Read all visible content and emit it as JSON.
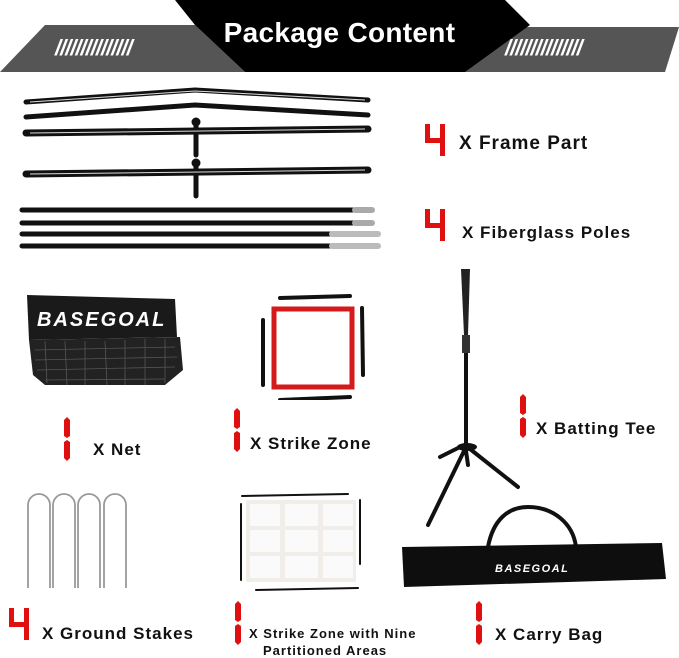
{
  "header": {
    "title": "Package Content",
    "left_stripes": "///////////////",
    "right_stripes": "///////////////",
    "colors": {
      "center": "#000000",
      "sides": "#555555"
    }
  },
  "items": [
    {
      "id": "frame-part",
      "quantity": "4",
      "label": "X Frame Part"
    },
    {
      "id": "fiberglass-poles",
      "quantity": "4",
      "label": "X  Fiberglass Poles"
    },
    {
      "id": "net",
      "quantity": "1",
      "label": "X Net"
    },
    {
      "id": "strike-zone",
      "quantity": "1",
      "label": "X Strike Zone"
    },
    {
      "id": "batting-tee",
      "quantity": "1",
      "label": "X Batting Tee"
    },
    {
      "id": "ground-stakes",
      "quantity": "4",
      "label": "X Ground Stakes"
    },
    {
      "id": "strike-zone-nine",
      "quantity": "1",
      "label_line1": "X Strike Zone with Nine",
      "label_line2": "Partitioned Areas"
    },
    {
      "id": "carry-bag",
      "quantity": "1",
      "label": "X Carry Bag"
    }
  ],
  "brand": {
    "net_logo": "BASEGOAL",
    "bag_logo": "BASEGOAL"
  },
  "accent_color": "#e01010"
}
